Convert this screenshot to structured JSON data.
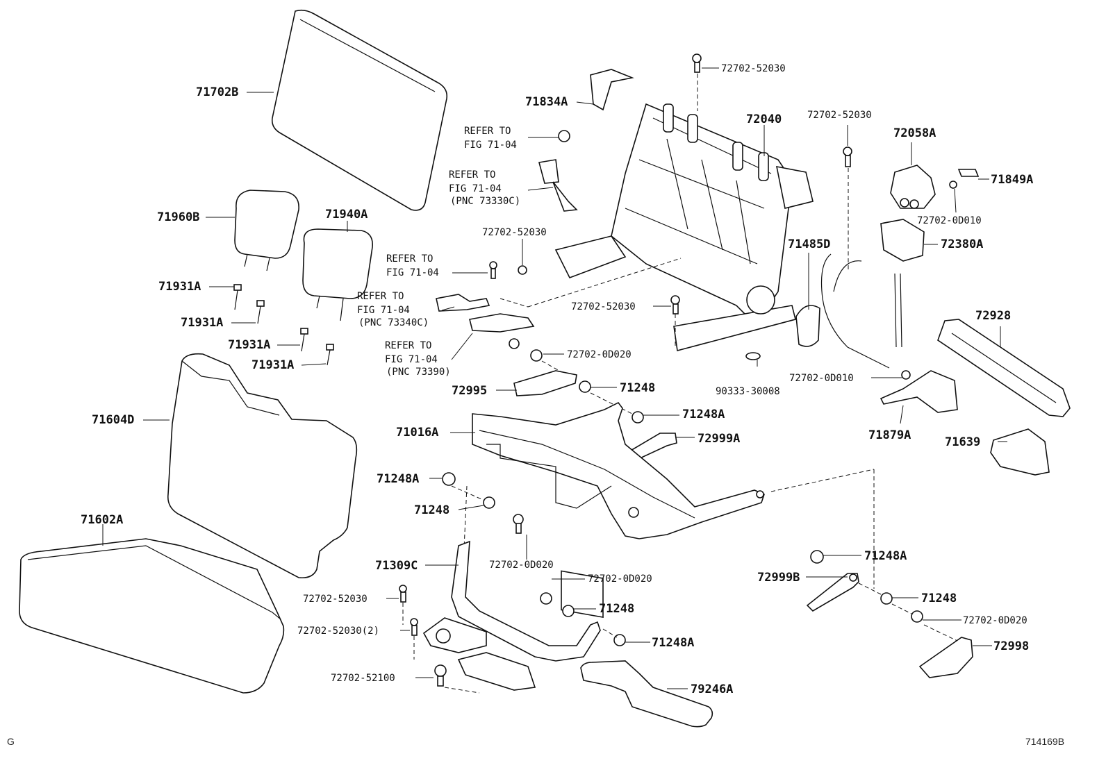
{
  "diagram": {
    "corner_left": "G",
    "corner_right": "714169B",
    "labels": {
      "p71702B": "71702B",
      "p71834A": "71834A",
      "p72702_52030_a": "72702-52030",
      "p72040": "72040",
      "p72702_52030_b": "72702-52030",
      "p72058A": "72058A",
      "p71849A": "71849A",
      "p72702_0D010_a": "72702-0D010",
      "p71960B": "71960B",
      "p71940A": "71940A",
      "p72702_52030_c": "72702-52030",
      "p72380A": "72380A",
      "p71485D": "71485D",
      "p71931A_1": "71931A",
      "p71931A_2": "71931A",
      "p71931A_3": "71931A",
      "p71931A_4": "71931A",
      "p72702_52030_d": "72702-52030",
      "p72928": "72928",
      "p72702_0D020_a": "72702-0D020",
      "p90333_30008": "90333-30008",
      "p72702_0D010_b": "72702-0D010",
      "p72995": "72995",
      "p71248_a": "71248",
      "p71604D": "71604D",
      "p71248A_a": "71248A",
      "p71879A": "71879A",
      "p71016A": "71016A",
      "p72999A": "72999A",
      "p71639": "71639",
      "p71248A_b": "71248A",
      "p71248_b": "71248",
      "p71602A": "71602A",
      "p72702_0D020_b": "72702-0D020",
      "p71309C": "71309C",
      "p72702_0D020_c": "72702-0D020",
      "p71248A_c": "71248A",
      "p72999B": "72999B",
      "p71248_c": "71248",
      "p72702_52030_e": "72702-52030",
      "p71248_d": "71248",
      "p72702_0D020_d": "72702-0D020",
      "p72702_52030_2": "72702-52030(2)",
      "p71248A_d": "71248A",
      "p72998": "72998",
      "p72702_52100": "72702-52100",
      "p79246A": "79246A"
    },
    "refs": {
      "r1_line1": "REFER TO",
      "r1_line2": "FIG 71-04",
      "r2_line1": "REFER TO",
      "r2_line2": "FIG 71-04",
      "r2_line3": "(PNC 73330C)",
      "r3_line1": "REFER TO",
      "r3_line2": "FIG 71-04",
      "r4_line1": "REFER TO",
      "r4_line2": "FIG 71-04",
      "r4_line3": "(PNC 73340C)",
      "r5_line1": "REFER TO",
      "r5_line2": "FIG 71-04",
      "r5_line3": "(PNC 73390)"
    }
  }
}
